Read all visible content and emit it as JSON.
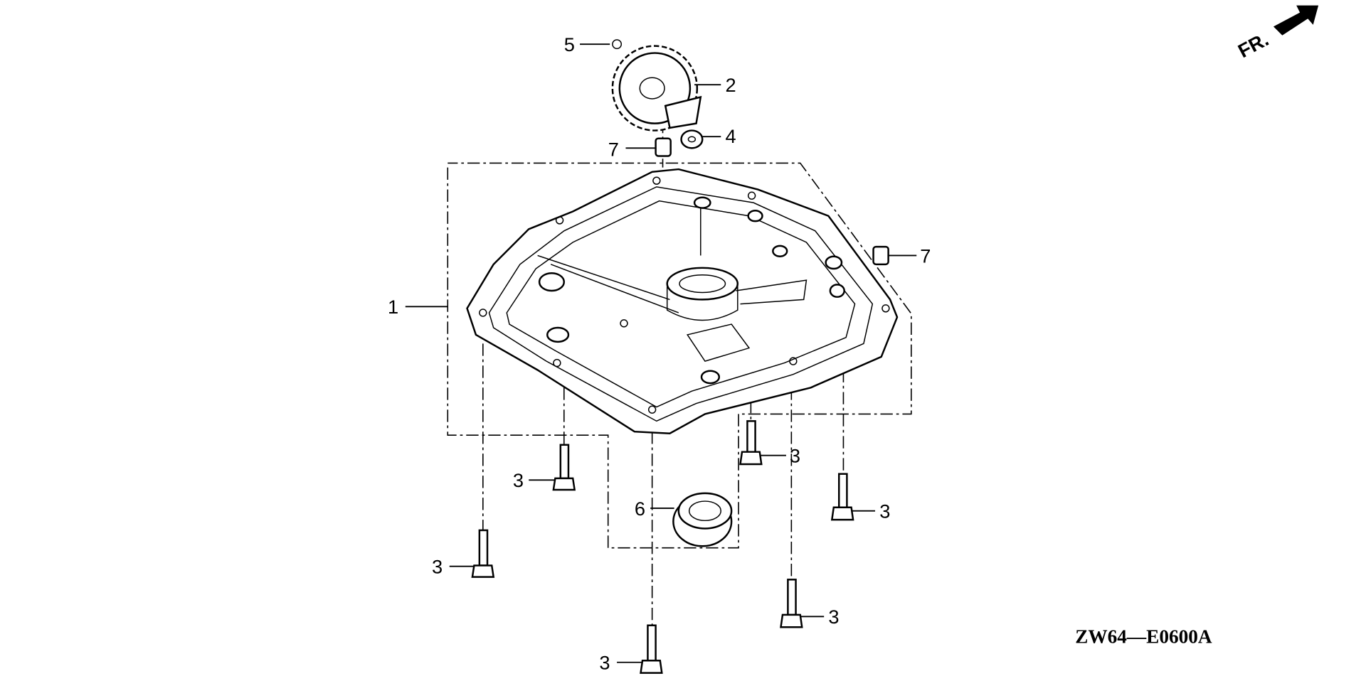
{
  "diagram": {
    "direction_label": "FR.",
    "drawing_code": "ZW64—E0600A",
    "callouts": [
      {
        "id": "c1",
        "label": "1",
        "part": "oil-pan-case"
      },
      {
        "id": "c2",
        "label": "2",
        "part": "governor-gear"
      },
      {
        "id": "c3a",
        "label": "3",
        "part": "flange-bolt"
      },
      {
        "id": "c3b",
        "label": "3",
        "part": "flange-bolt"
      },
      {
        "id": "c3c",
        "label": "3",
        "part": "flange-bolt"
      },
      {
        "id": "c3d",
        "label": "3",
        "part": "flange-bolt"
      },
      {
        "id": "c3e",
        "label": "3",
        "part": "flange-bolt"
      },
      {
        "id": "c3f",
        "label": "3",
        "part": "flange-bolt"
      },
      {
        "id": "c4",
        "label": "4",
        "part": "washer"
      },
      {
        "id": "c5",
        "label": "5",
        "part": "clip"
      },
      {
        "id": "c6",
        "label": "6",
        "part": "oil-seal"
      },
      {
        "id": "c7a",
        "label": "7",
        "part": "dowel-pin"
      },
      {
        "id": "c7b",
        "label": "7",
        "part": "dowel-pin"
      }
    ]
  }
}
